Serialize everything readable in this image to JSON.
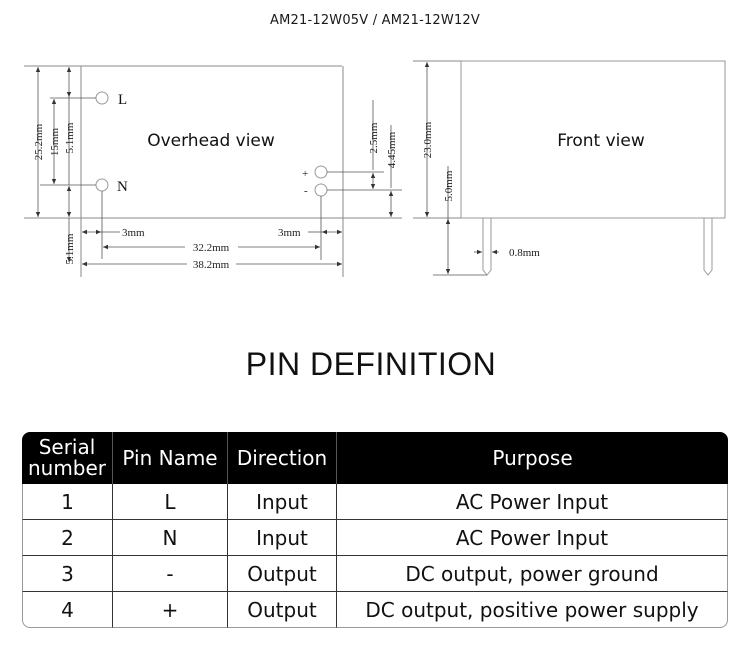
{
  "model_title": "AM21-12W05V / AM21-12W12V",
  "overhead_view": {
    "label": "Overhead view",
    "pins": {
      "L": "L",
      "N": "N",
      "plus": "+",
      "minus": "-"
    },
    "dimensions": {
      "height_total": "25.2mm",
      "pin_spacing_vertical": "15mm",
      "top_offset": "5.1mm",
      "bottom_offset": "5.1mm",
      "output_pin_spacing": "2.5mm",
      "output_pin_offset": "4.45mm",
      "left_inset": "3mm",
      "right_inset": "3mm",
      "pin_span": "32.2mm",
      "width_total": "38.2mm"
    }
  },
  "front_view": {
    "label": "Front view",
    "dimensions": {
      "height": "23.0mm",
      "pin_length": "5.0mm",
      "pin_width": "0.8mm"
    }
  },
  "section_title": "PIN DEFINITION",
  "table": {
    "headers": [
      "Serial number",
      "Pin Name",
      "Direction",
      "Purpose"
    ],
    "header_serial_line1": "Serial",
    "header_serial_line2": "number",
    "rows": [
      {
        "serial": "1",
        "pin": "L",
        "direction": "Input",
        "purpose": "AC Power Input"
      },
      {
        "serial": "2",
        "pin": "N",
        "direction": "Input",
        "purpose": "AC Power Input"
      },
      {
        "serial": "3",
        "pin": "-",
        "direction": "Output",
        "purpose": "DC output, power ground"
      },
      {
        "serial": "4",
        "pin": "+",
        "direction": "Output",
        "purpose": "DC output, positive power supply"
      }
    ]
  }
}
